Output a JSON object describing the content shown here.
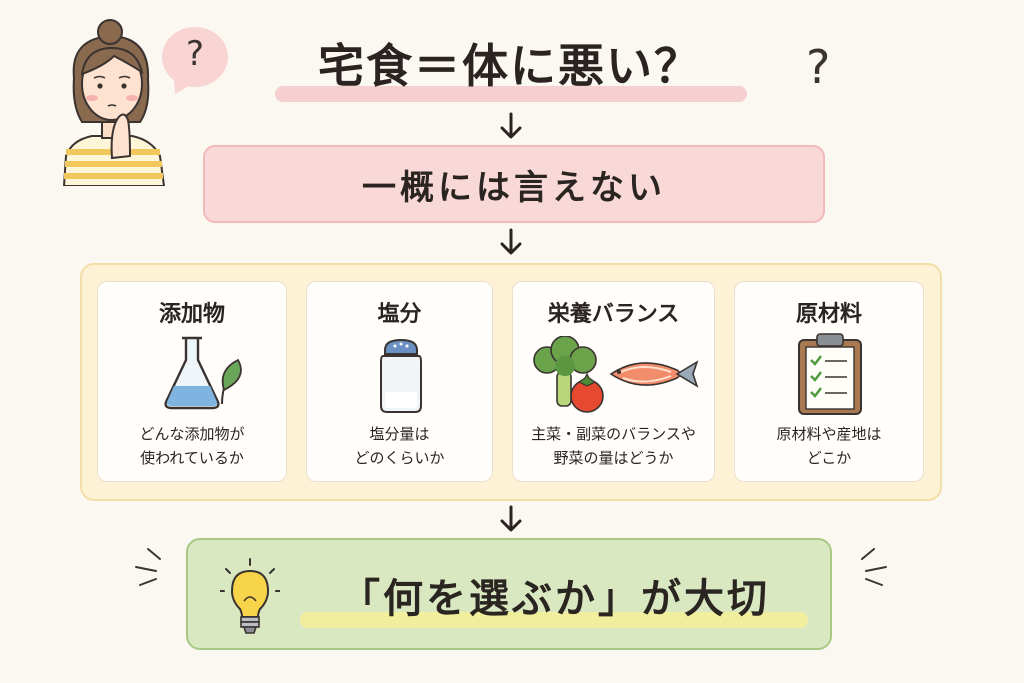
{
  "title": "宅食＝体に悪い？",
  "question_mark": "?",
  "answer": "一概には言えない",
  "cards": [
    {
      "title": "添加物",
      "desc_line1": "どんな添加物が",
      "desc_line2": "使われているか",
      "icon": "flask-leaf-icon"
    },
    {
      "title": "塩分",
      "desc_line1": "塩分量は",
      "desc_line2": "どのくらいか",
      "icon": "salt-shaker-icon"
    },
    {
      "title": "栄養バランス",
      "desc_line1": "主菜・副菜のバランスや",
      "desc_line2": "野菜の量はどうか",
      "icon": "broccoli-tomato-fish-icon"
    },
    {
      "title": "原材料",
      "desc_line1": "原材料や産地は",
      "desc_line2": "どこか",
      "icon": "clipboard-checklist-icon"
    }
  ],
  "conclusion": "「何を選ぶか」が大切",
  "colors": {
    "background": "#fbf8f1",
    "pink": "#f9d9d8",
    "cream": "#fdf2d6",
    "green": "#d9e8c0",
    "highlight_yellow": "#f1ef9d"
  }
}
